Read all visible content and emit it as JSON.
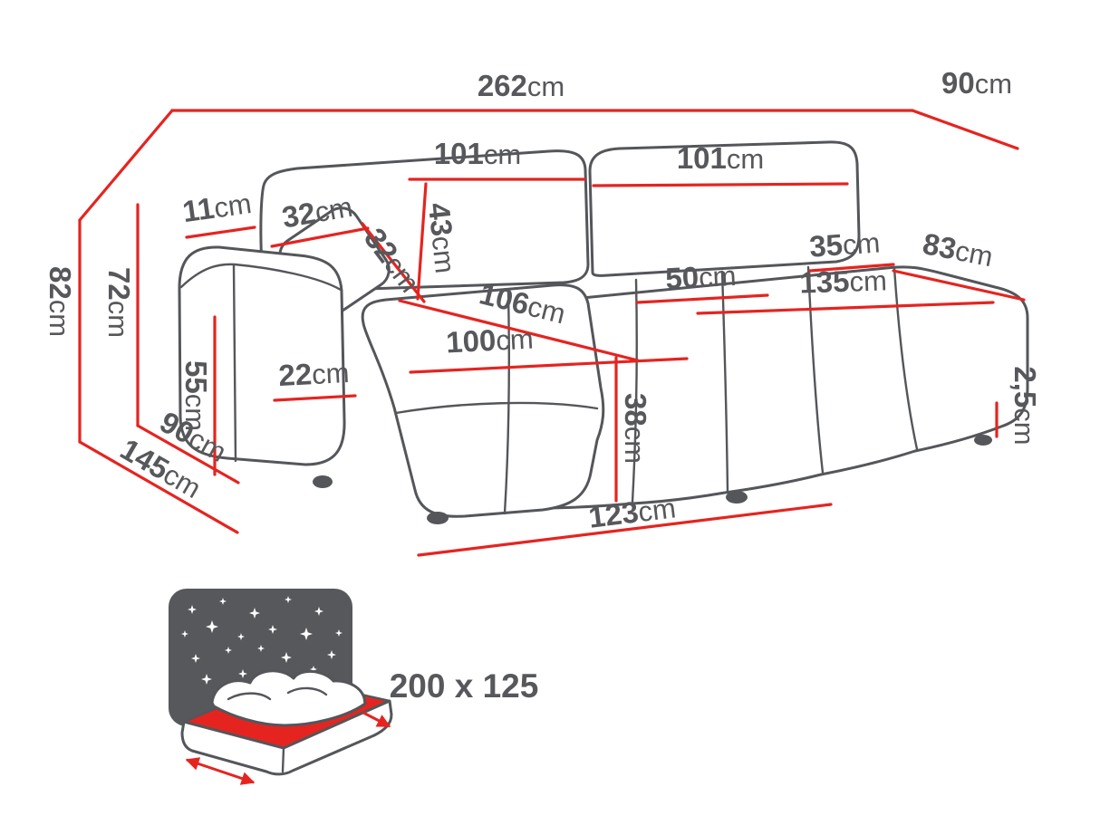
{
  "colors": {
    "accent": "#e52420",
    "ink": "#57585b",
    "line": "#54565a"
  },
  "icons": {
    "sleeping_area": "bed-fold-out-with-stars-icon"
  },
  "diagram": {
    "dimensions": {
      "total_width": {
        "value": "262",
        "unit": "cm"
      },
      "total_depth": {
        "value": "90",
        "unit": "cm"
      },
      "total_height": {
        "value": "82",
        "unit": "cm"
      },
      "armrest_height": {
        "value": "72",
        "unit": "cm"
      },
      "seat_height": {
        "value": "55",
        "unit": "cm"
      },
      "back_cushion_left": {
        "value": "101",
        "unit": "cm"
      },
      "back_cushion_right": {
        "value": "101",
        "unit": "cm"
      },
      "armrest_top_width": {
        "value": "11",
        "unit": "cm"
      },
      "pillow_width": {
        "value": "32",
        "unit": "cm"
      },
      "pillow_height": {
        "value": "32",
        "unit": "cm"
      },
      "backrest_height": {
        "value": "43",
        "unit": "cm"
      },
      "back_gap_right": {
        "value": "35",
        "unit": "cm"
      },
      "side_depth_right": {
        "value": "83",
        "unit": "cm"
      },
      "seat_depth": {
        "value": "50",
        "unit": "cm"
      },
      "seat_width_right": {
        "value": "135",
        "unit": "cm"
      },
      "chaise_length": {
        "value": "106",
        "unit": "cm"
      },
      "chaise_width": {
        "value": "100",
        "unit": "cm"
      },
      "armrest_front_width": {
        "value": "22",
        "unit": "cm"
      },
      "seat_front_height": {
        "value": "38",
        "unit": "cm"
      },
      "leg_height": {
        "value": "2,5",
        "unit": "cm"
      },
      "chaise_depth": {
        "value": "90",
        "unit": "cm"
      },
      "depth_with_chaise": {
        "value": "145",
        "unit": "cm"
      },
      "front_width": {
        "value": "123",
        "unit": "cm"
      }
    },
    "sleeping_area": {
      "label": "200 x 125"
    }
  }
}
